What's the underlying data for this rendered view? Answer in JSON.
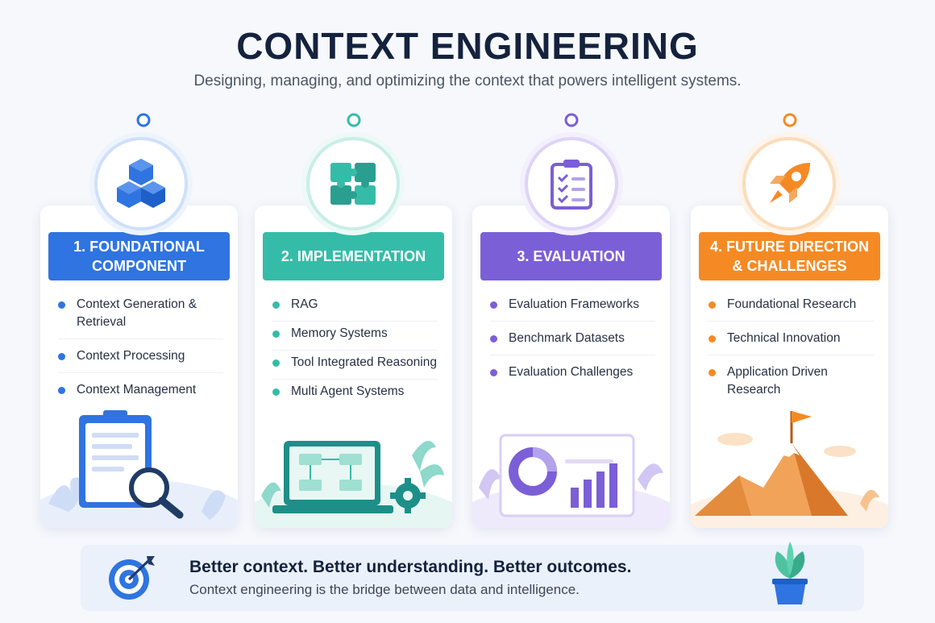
{
  "header": {
    "title": "CONTEXT ENGINEERING",
    "subtitle": "Designing, managing, and optimizing the context that powers intelligent systems."
  },
  "colors": {
    "blue": "#2f74e0",
    "teal": "#35bca8",
    "purple": "#7b5fd6",
    "orange": "#f58a24",
    "navy": "#14223d"
  },
  "stages": [
    {
      "title": "1. FOUNDATIONAL COMPONENT",
      "icon": "cubes-icon",
      "items": [
        "Context Generation & Retrieval",
        "Context Processing",
        "Context Management"
      ]
    },
    {
      "title": "2. IMPLEMENTATION",
      "icon": "puzzle-icon",
      "items": [
        "RAG",
        "Memory Systems",
        "Tool Integrated Reasoning",
        "Multi Agent Systems"
      ]
    },
    {
      "title": "3. EVALUATION",
      "icon": "clipboard-checklist-icon",
      "items": [
        "Evaluation Frameworks",
        "Benchmark Datasets",
        "Evaluation Challenges"
      ]
    },
    {
      "title": "4. FUTURE DIRECTION & CHALLENGES",
      "icon": "rocket-icon",
      "items": [
        "Foundational Research",
        "Technical Innovation",
        "Application Driven Research"
      ]
    }
  ],
  "banner": {
    "headline": "Better context. Better understanding. Better outcomes.",
    "subtext": "Context engineering is the bridge between data and intelligence."
  }
}
